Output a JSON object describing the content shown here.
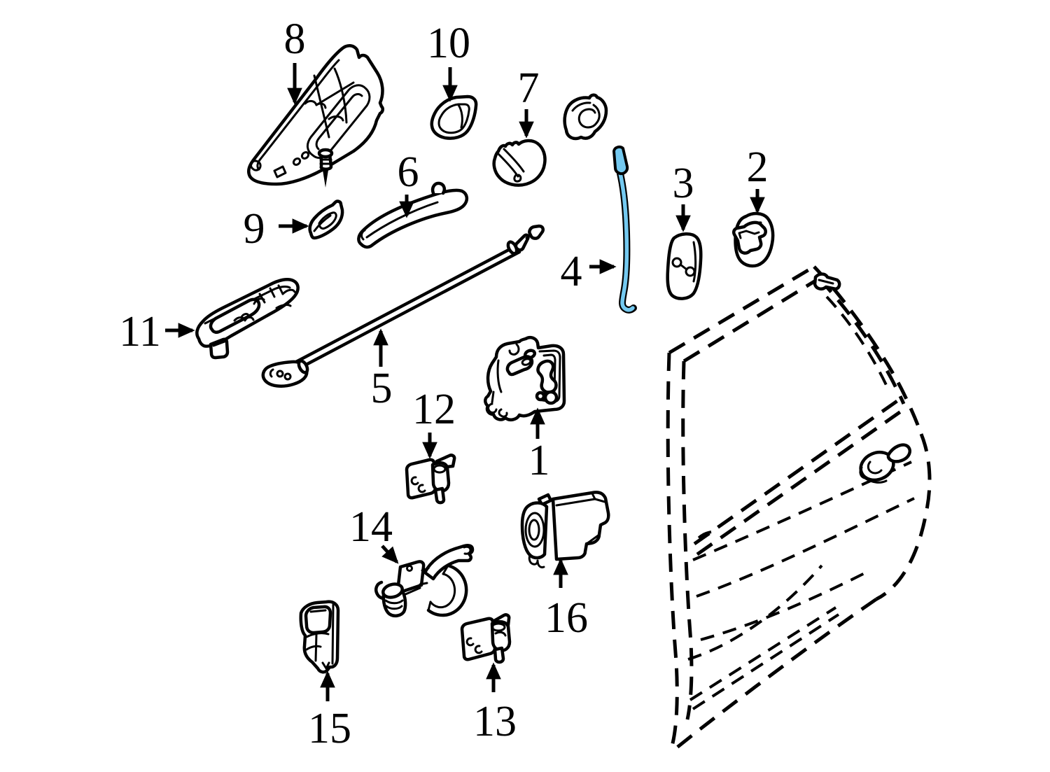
{
  "diagram": {
    "type": "exploded-parts-diagram",
    "background_color": "#ffffff",
    "line_color": "#000000",
    "highlight_color": "#74C9F0",
    "highlighted_callout": "4",
    "callouts": [
      {
        "number": "1"
      },
      {
        "number": "2"
      },
      {
        "number": "3"
      },
      {
        "number": "4"
      },
      {
        "number": "5"
      },
      {
        "number": "6"
      },
      {
        "number": "7"
      },
      {
        "number": "8"
      },
      {
        "number": "9"
      },
      {
        "number": "10"
      },
      {
        "number": "11"
      },
      {
        "number": "12"
      },
      {
        "number": "13"
      },
      {
        "number": "14"
      },
      {
        "number": "15"
      },
      {
        "number": "16"
      }
    ]
  }
}
